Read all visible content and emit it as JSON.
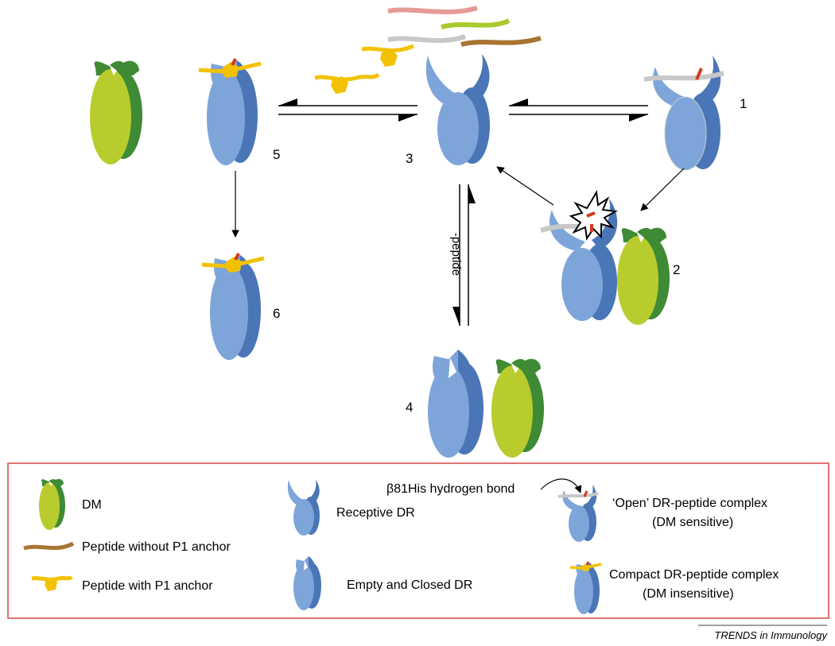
{
  "colors": {
    "dr_light": "#7ea5d9",
    "dr_dark": "#4a76b8",
    "dm_light": "#b8cc2e",
    "dm_dark": "#3f8a34",
    "anchor": "#f2c200",
    "peptide_grey": "#c8c8c8",
    "peptide_brown": "#a87432",
    "peptide_pink": "#e59b95",
    "peptide_green": "#aac92c",
    "his_bond": "#d23b1c",
    "legend_border": "#d64545"
  },
  "states": [
    {
      "id": "state-1",
      "label": "1"
    },
    {
      "id": "state-2",
      "label": "2"
    },
    {
      "id": "state-3",
      "label": "3"
    },
    {
      "id": "state-4",
      "label": "4"
    },
    {
      "id": "state-5",
      "label": "5"
    },
    {
      "id": "state-6",
      "label": "6"
    }
  ],
  "arrows": {
    "peptide_release_label": "-peptide"
  },
  "legend": {
    "dm": "DM",
    "peptide_no_anchor": "Peptide without P1 anchor",
    "peptide_with_anchor": "Peptide with P1 anchor",
    "receptive_dr": "Receptive DR",
    "empty_closed_dr": "Empty and Closed DR",
    "hbond": "β81His hydrogen bond",
    "open_complex": "‘Open’ DR-peptide complex",
    "open_complex_note": "(DM sensitive)",
    "compact_complex": "Compact DR-peptide complex",
    "compact_complex_note": "(DM insensitive)"
  },
  "footer": {
    "source_prefix": "TRENDS",
    "source_suffix": " in Immunology"
  }
}
